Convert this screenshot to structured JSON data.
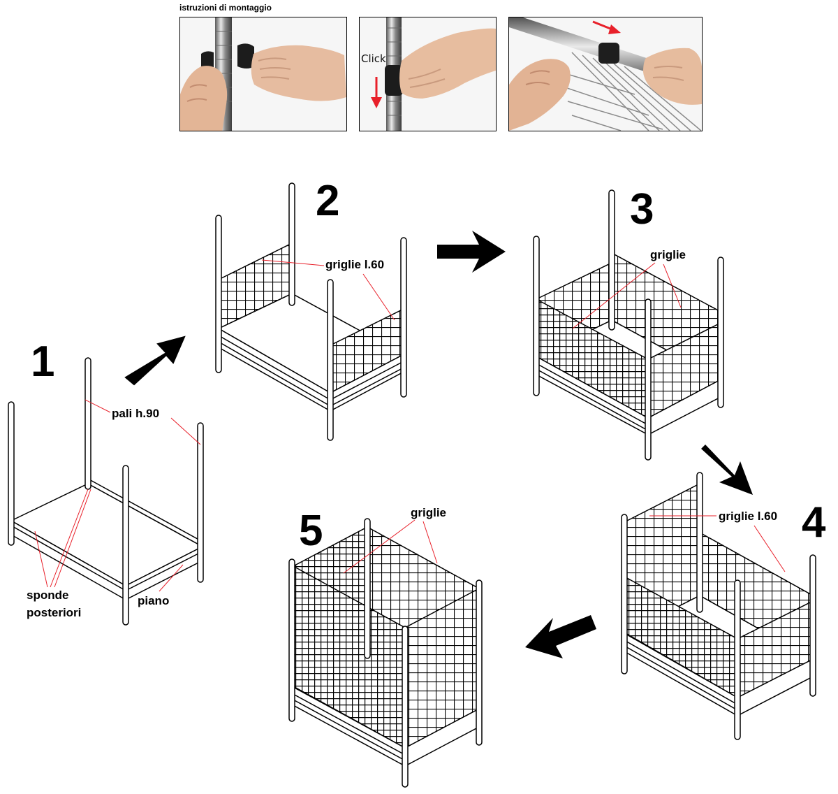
{
  "header": {
    "title": "istruzioni di montaggio"
  },
  "photos": [
    {
      "name": "photo-attach-clips",
      "description_icon": "hand-clip-icon"
    },
    {
      "name": "photo-click-clip",
      "click_text": "Click"
    },
    {
      "name": "photo-insert-shelf"
    }
  ],
  "steps": [
    {
      "number": "1"
    },
    {
      "number": "2"
    },
    {
      "number": "3"
    },
    {
      "number": "4"
    },
    {
      "number": "5"
    }
  ],
  "labels": {
    "pali": "pali h.90",
    "sponde_line1": "sponde",
    "sponde_line2": "posteriori",
    "piano": "piano",
    "griglie_l60_step2": "griglie l.60",
    "griglie_step3": "griglie",
    "griglie_l60_step4": "griglie l.60",
    "griglie_step5": "griglie"
  },
  "colors": {
    "leader": "#e8202a",
    "arrow_red": "#e8202a",
    "ink": "#000000",
    "chrome": "#9a9a9a"
  }
}
